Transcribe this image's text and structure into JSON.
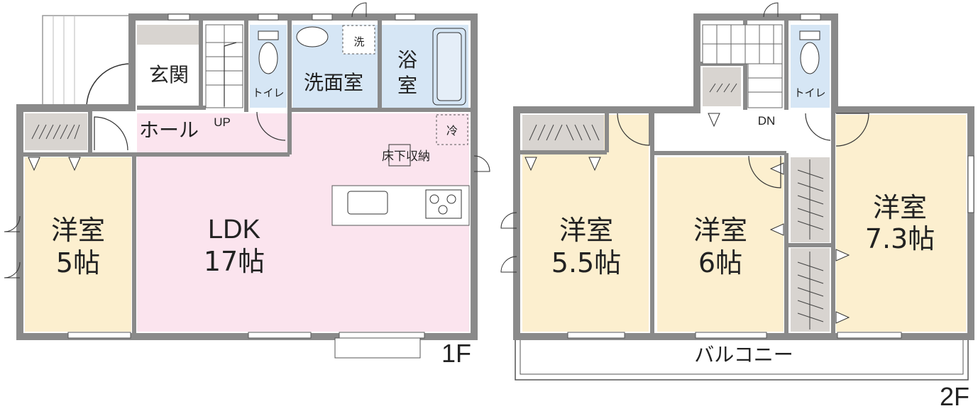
{
  "floor1": {
    "label": "1F",
    "rooms": {
      "genkan": "玄関",
      "toilet": "トイレ",
      "senmen": "洗面室",
      "washer": "洗",
      "bath_1": "浴",
      "bath_2": "室",
      "hall": "ホール",
      "up": "UP",
      "fridge": "冷",
      "underfloor": "床下収納",
      "ldk_name": "LDK",
      "ldk_size": "17帖",
      "western_name": "洋室",
      "western_size": "5帖"
    }
  },
  "floor2": {
    "label": "2F",
    "rooms": {
      "toilet": "トイレ",
      "dn": "DN",
      "room_a_name": "洋室",
      "room_a_size": "5.5帖",
      "room_b_name": "洋室",
      "room_b_size": "6帖",
      "room_c_name": "洋室",
      "room_c_size": "7.3帖",
      "balcony": "バルコニー"
    }
  },
  "colors": {
    "wall": "#8a8a8a",
    "ldk_fill": "#fbe4ee",
    "western_fill": "#fcefcf",
    "wet_fill": "#d6e6f5",
    "storage_fill": "#d8d4d0"
  }
}
